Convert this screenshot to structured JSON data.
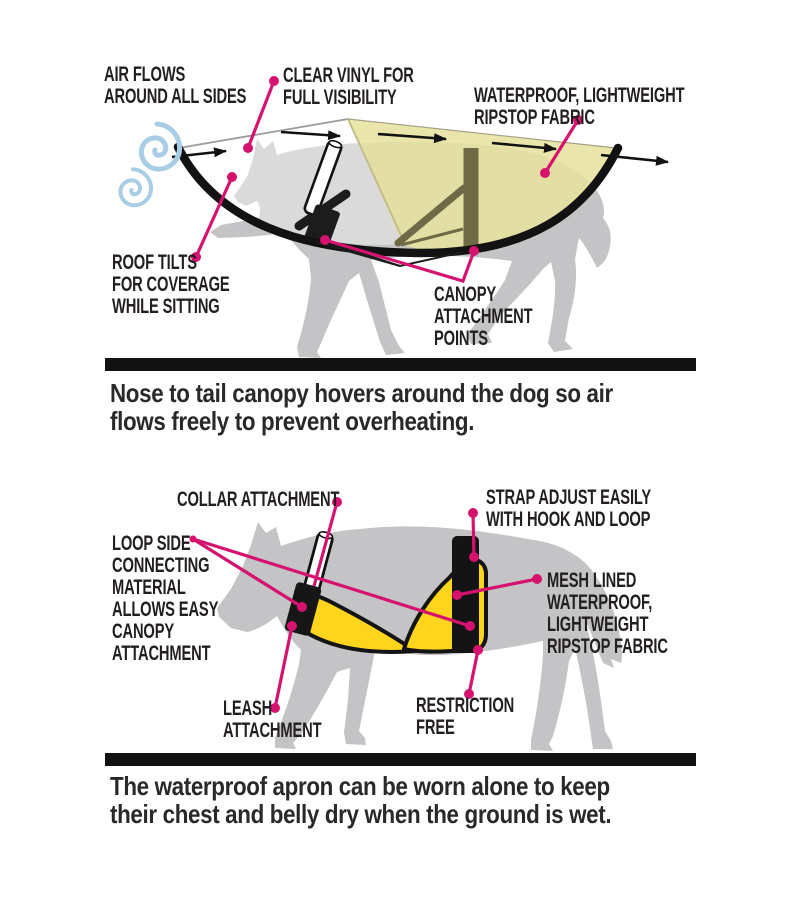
{
  "colors": {
    "accent_pink": "#D5136E",
    "dog_gray": "#C4C4C6",
    "canopy_yellow": "#E7E19E",
    "apron_yellow": "#FFD41C",
    "swirl_blue": "#A9CDE4",
    "outline_black": "#121212",
    "olive_strap": "#6E6A45",
    "label_text": "#231F20"
  },
  "panel_top": {
    "labels": {
      "air_flows": "AIR FLOWS\nAROUND ALL SIDES",
      "clear_vinyl": "CLEAR VINYL FOR\nFULL VISIBILITY",
      "waterproof": "WATERPROOF, LIGHTWEIGHT\nRIPSTOP FABRIC",
      "roof_tilts": "ROOF TILTS\nFOR COVERAGE\nWHILE SITTING",
      "canopy_attachment": "CANOPY\nATTACHMENT\nPOINTS"
    },
    "caption": "Nose to tail canopy hovers around the dog so air\nflows freely to prevent overheating."
  },
  "panel_bottom": {
    "labels": {
      "collar_attachment": "COLLAR ATTACHMENT",
      "loop_side": "LOOP SIDE\nCONNECTING\nMATERIAL\nALLOWS EASY\nCANOPY\nATTACHMENT",
      "strap_adjust": "STRAP ADJUST EASILY\nWITH HOOK AND LOOP",
      "mesh_lined": "MESH LINED\nWATERPROOF,\nLIGHTWEIGHT\nRIPSTOP FABRIC",
      "leash_attachment": "LEASH\nATTACHMENT",
      "restriction_free": "RESTRICTION\nFREE"
    },
    "caption": "The waterproof apron can be worn alone to keep\ntheir chest and belly dry when the ground is wet."
  }
}
